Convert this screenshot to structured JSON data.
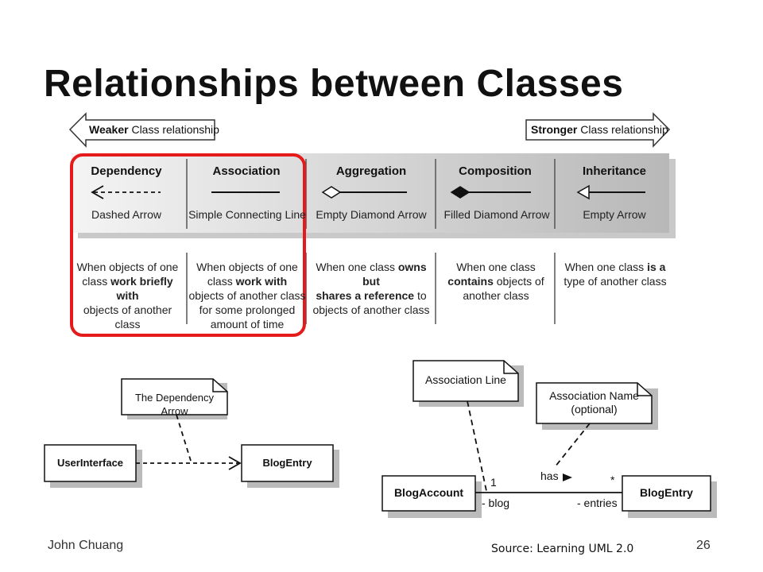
{
  "slide": {
    "title": "Relationships between Classes",
    "author": "John Chuang",
    "page_number": "26",
    "source": "Source: Learning UML 2.0"
  },
  "scale": {
    "weaker_prefix": "Weaker",
    "weaker_suffix": "Class relationship",
    "stronger_prefix": "Stronger",
    "stronger_suffix": "Class relationship"
  },
  "relationships": [
    {
      "name": "Dependency",
      "notation": "Dashed Arrow"
    },
    {
      "name": "Association",
      "notation": "Simple Connecting Line"
    },
    {
      "name": "Aggregation",
      "notation": "Empty Diamond Arrow"
    },
    {
      "name": "Composition",
      "notation": "Filled Diamond Arrow"
    },
    {
      "name": "Inheritance",
      "notation": "Empty Arrow"
    }
  ],
  "descriptions": {
    "dependency": {
      "l1": "When objects of one",
      "l2a": "class ",
      "l2b": "work briefly with",
      "l3": "objects of another class"
    },
    "association": {
      "l1": "When objects of one",
      "l2a": "class ",
      "l2b": "work with",
      "l3": "objects of another class",
      "l4": "for some prolonged",
      "l5": "amount of time"
    },
    "aggregation": {
      "l1a": "When one class ",
      "l1b": "owns but",
      "l2a": "shares a reference ",
      "l2b": "to",
      "l3": "objects of another class"
    },
    "composition": {
      "l1": "When one class",
      "l2a": "contains ",
      "l2b": "objects of",
      "l3": "another class"
    },
    "inheritance": {
      "l1a": "When one class ",
      "l1b": "is a",
      "l2": "type of another class"
    }
  },
  "dependency_example": {
    "note": "The Dependency Arrow",
    "source_class": "UserInterface",
    "target_class": "BlogEntry"
  },
  "association_example": {
    "note_line": "Association Line",
    "note_name_1": "Association Name",
    "note_name_2": "(optional)",
    "source_class": "BlogAccount",
    "target_class": "BlogEntry",
    "source_multiplicity": "1",
    "target_multiplicity": "*",
    "association_name": "has",
    "source_role": "- blog",
    "target_role": "- entries"
  },
  "colors": {
    "highlight": "#e51b1b",
    "band_light": "#efefef",
    "band_dark": "#bcbcbc"
  }
}
